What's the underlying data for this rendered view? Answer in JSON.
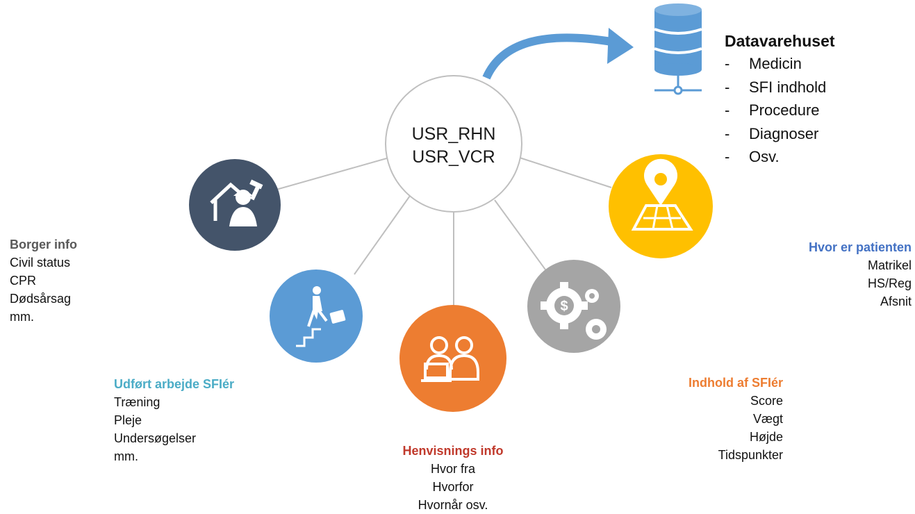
{
  "center": {
    "lines": [
      "USR_RHN",
      "USR_VCR"
    ]
  },
  "datawarehouse": {
    "title": "Datavarehuset",
    "items": [
      "Medicin",
      "SFI indhold",
      "Procedure",
      "Diagnoser",
      "Osv."
    ]
  },
  "nodes": {
    "borger": {
      "icon": "house-worker-icon",
      "color": "#44546a",
      "heading": "Borger info",
      "heading_color": "#595959",
      "lines": [
        "Civil status",
        "CPR",
        "Dødsårsag",
        "mm."
      ]
    },
    "udfoert": {
      "icon": "businessman-stairs-icon",
      "color": "#5b9bd5",
      "heading": "Udført arbejde SFIér",
      "heading_color": "#4bacc6",
      "lines": [
        "Træning",
        "Pleje",
        "Undersøgelser",
        "mm."
      ]
    },
    "henvisning": {
      "icon": "people-laptop-icon",
      "color": "#ed7d31",
      "heading": "Henvisnings info",
      "heading_color": "#c0392b",
      "lines": [
        "Hvor fra",
        "Hvorfor",
        "Hvornår osv."
      ]
    },
    "indhold": {
      "icon": "gears-dollar-icon",
      "color": "#a5a5a5",
      "heading": "Indhold af SFIér",
      "heading_color": "#ed7d31",
      "lines": [
        "Score",
        "Vægt",
        "Højde",
        "Tidspunkter"
      ]
    },
    "hvor": {
      "icon": "map-pin-icon",
      "color": "#ffc000",
      "heading": "Hvor er patienten",
      "heading_color": "#4472c4",
      "lines": [
        "Matrikel",
        "HS/Reg",
        "Afsnit"
      ]
    }
  },
  "arrow_color": "#5b9bd5",
  "database_icon": "database-icon"
}
